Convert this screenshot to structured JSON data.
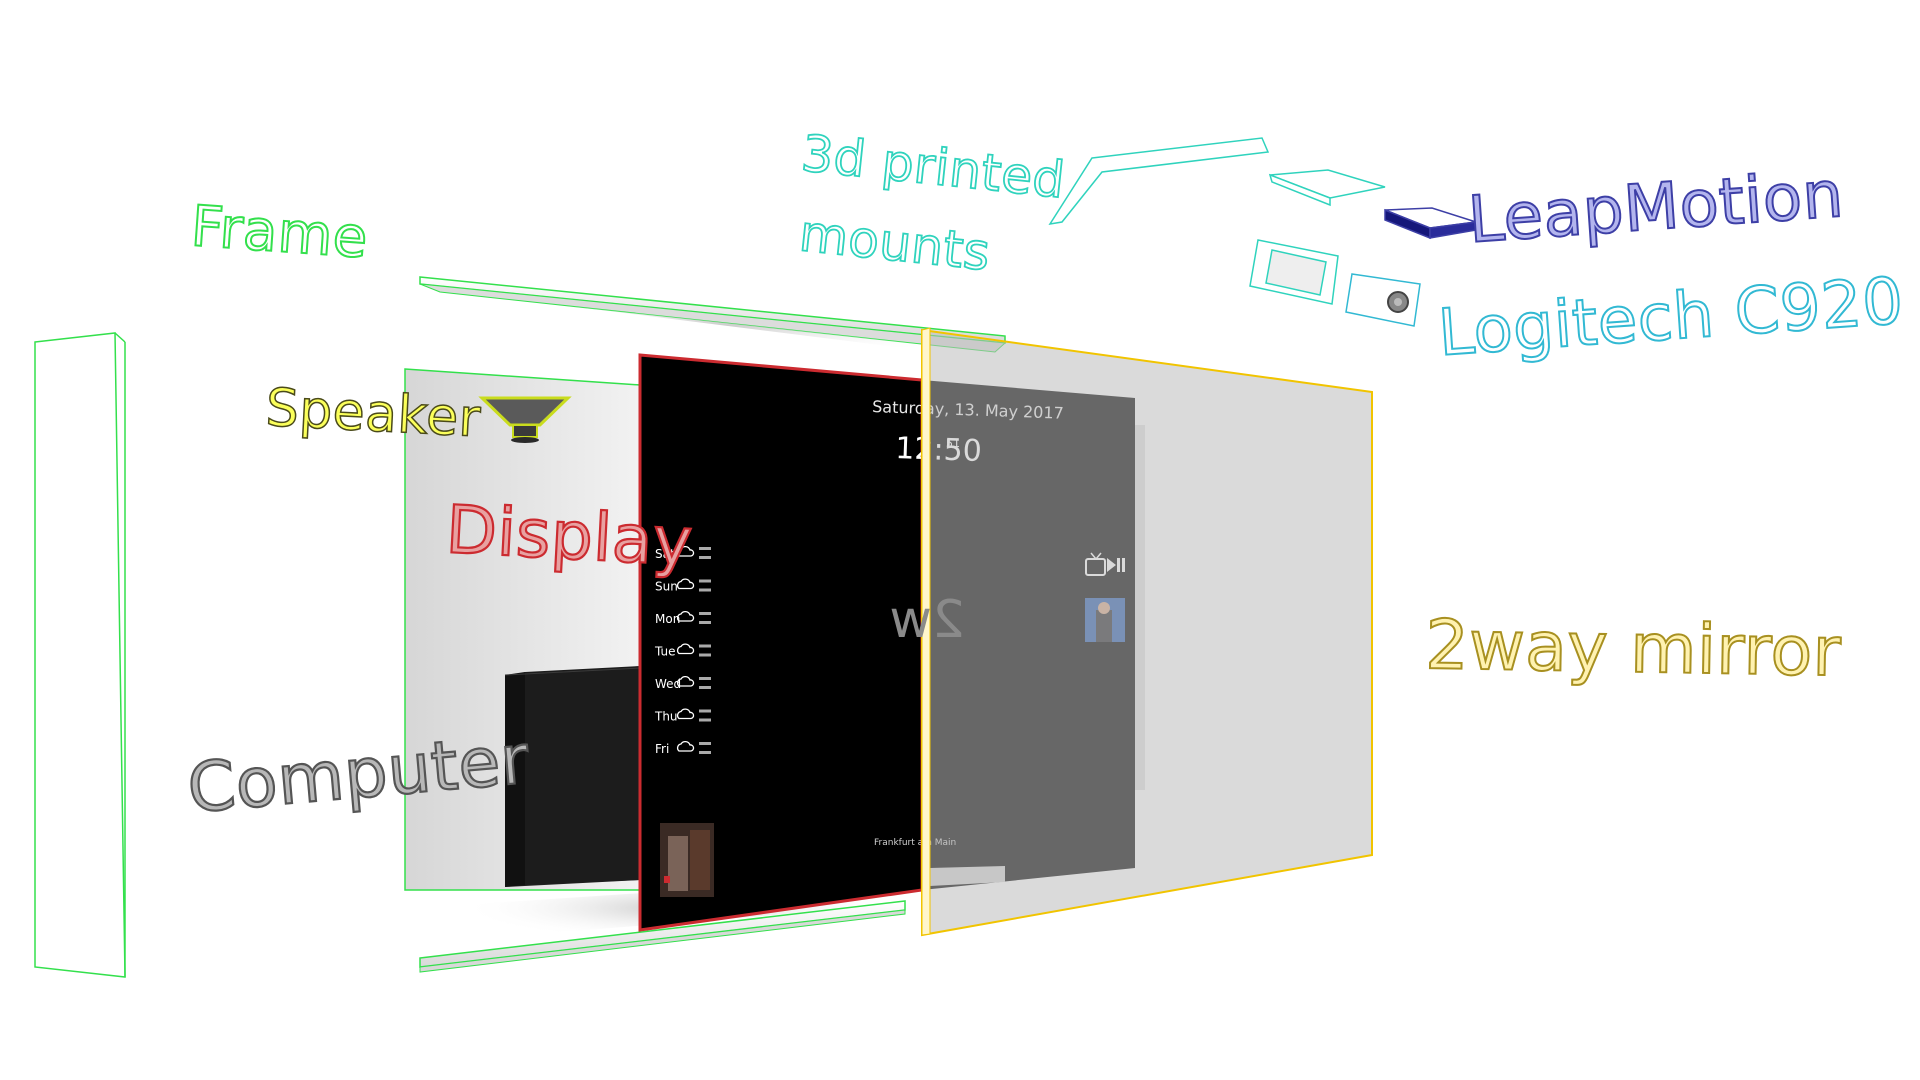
{
  "labels": {
    "frame": "Frame",
    "speaker": "Speaker",
    "display": "Display",
    "computer": "Computer",
    "mirror": "2way mirror",
    "mounts_line1": "3d printed",
    "mounts_line2": "mounts",
    "leapmotion": "LeapMotion",
    "webcam": "Logitech C920"
  },
  "screen": {
    "date": "Saturday, 13. May 2017",
    "time": "12:50",
    "seconds": "51",
    "location": "Frankfurt am Main",
    "forecast": [
      {
        "day": "Sat"
      },
      {
        "day": "Sun"
      },
      {
        "day": "Mon"
      },
      {
        "day": "Tue"
      },
      {
        "day": "Wed"
      },
      {
        "day": "Thu"
      },
      {
        "day": "Fri"
      }
    ]
  },
  "colors": {
    "frame": "#33e04c",
    "speaker": "#c9dc1d",
    "display": "#cc2b30",
    "computer": "#666666",
    "mirror": "#f1c400",
    "mounts": "#2fd3bd",
    "leapmotion": "#3d3fa6",
    "webcam": "#32b9d3"
  },
  "icons": [
    "speaker-icon",
    "cloud-icon",
    "tv-icon",
    "play-pause-icon"
  ]
}
